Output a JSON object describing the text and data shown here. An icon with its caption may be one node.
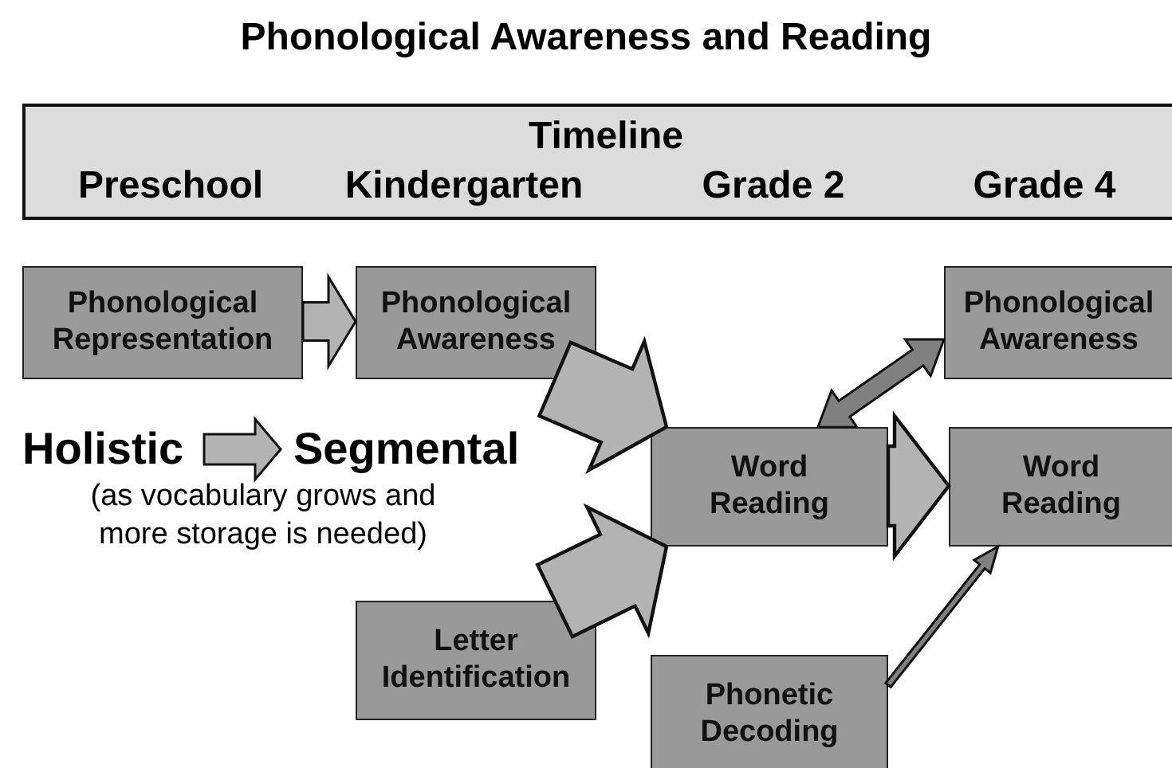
{
  "diagram": {
    "title": "Phonological Awareness and Reading",
    "nodes": [
      {
        "text": [
          "Timeline",
          "Preschool",
          "Kindergarten",
          "Grade 2",
          "Grade 4"
        ]
      },
      {
        "text": [
          "Phonological Representation"
        ]
      },
      {
        "text": [
          "Phonological Awareness"
        ]
      },
      {
        "text": [
          "Phonological Awareness"
        ]
      },
      {
        "text": [
          "Holistic"
        ]
      },
      {
        "text": [
          "Segmental"
        ]
      },
      {
        "text": [
          "Word Reading"
        ]
      },
      {
        "text": [
          "Word Reading"
        ]
      },
      {
        "text": [
          "Letter Identification"
        ]
      },
      {
        "text": [
          "Phonetic Decoding"
        ]
      }
    ],
    "edges": [
      {
        "from": 1,
        "to": 2,
        "arrow": "to"
      },
      {
        "from": 4,
        "to": 5,
        "arrow": "to"
      },
      {
        "from": 2,
        "to": 6,
        "arrow": "to",
        "style": "thick"
      },
      {
        "from": 8,
        "to": 6,
        "arrow": "to",
        "style": "thick"
      },
      {
        "from": 6,
        "to": 7,
        "arrow": "to",
        "style": "thick"
      },
      {
        "from": 3,
        "to": 6,
        "arrow": "both",
        "color": "#808080"
      },
      {
        "from": 9,
        "to": 7,
        "arrow": "to",
        "color": "#808080"
      }
    ],
    "labels": [
      "(as vocabulary grows and more storage is needed)"
    ]
  }
}
